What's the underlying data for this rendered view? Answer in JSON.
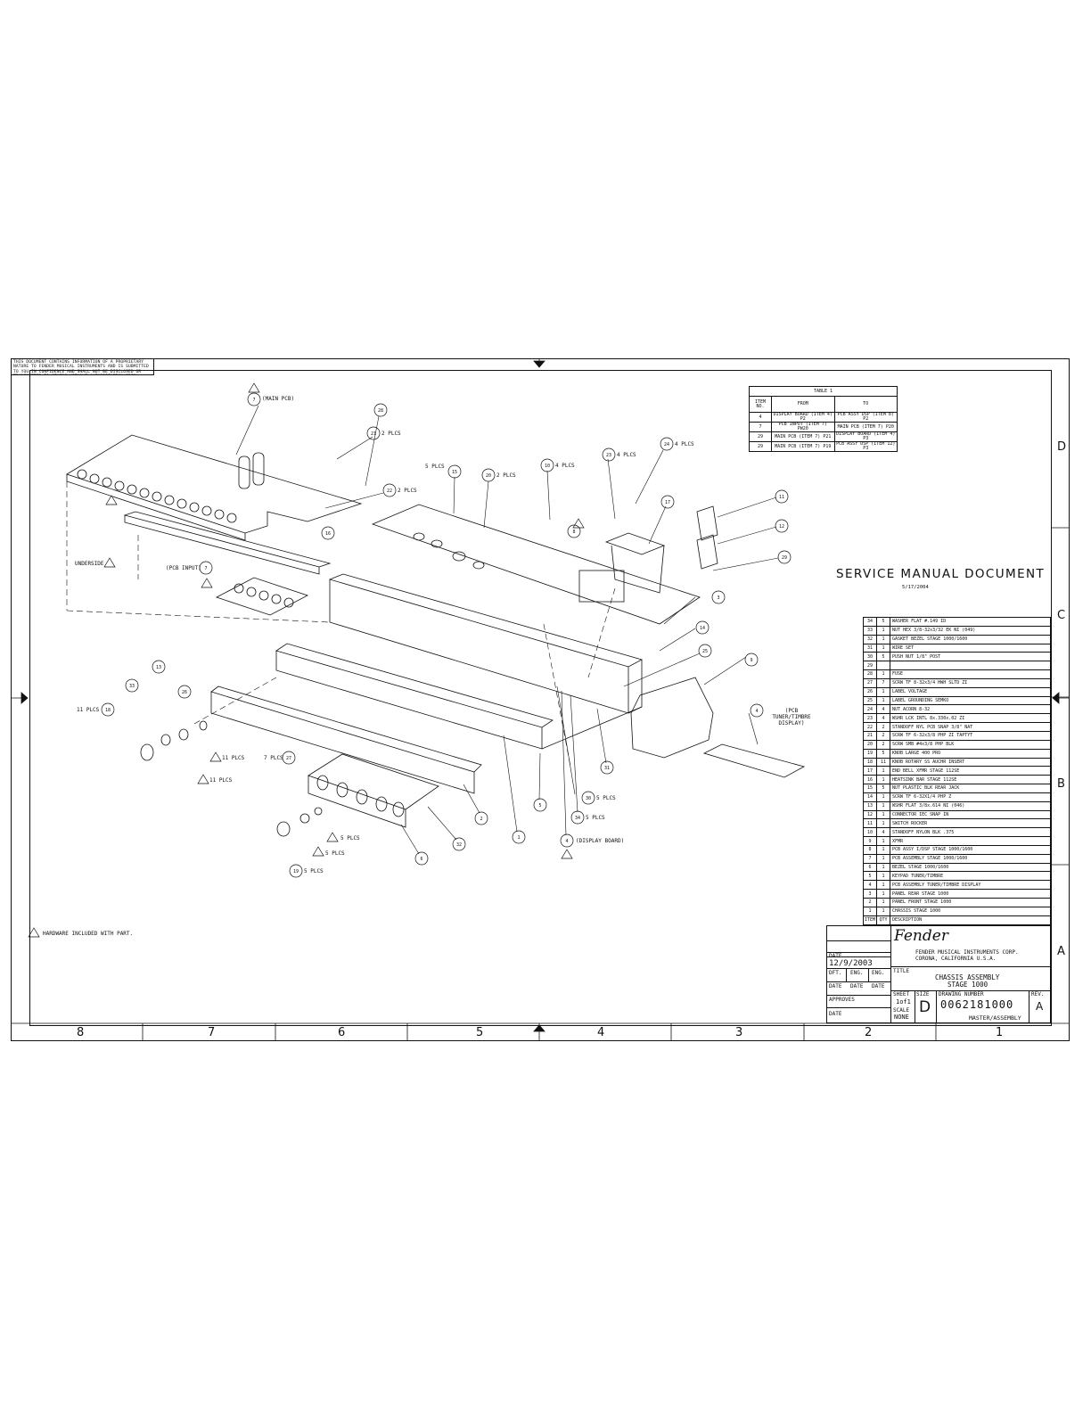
{
  "notice": "THIS DOCUMENT CONTAINS INFORMATION OF A PROPRIETARY NATURE TO FENDER MUSICAL INSTRUMENTS AND IS SUBMITTED TO YOU IN CONFIDENCE AND SHALL NOT BE DISCLOSED OR TRANSMITTED TO OTHERS WITHOUT AUTHORIZATION FROM FENDER MUSICAL INSTRUMENTS CORP.",
  "service_title": "SERVICE MANUAL DOCUMENT",
  "service_date": "5/17/2004",
  "zones_bottom": [
    "8",
    "7",
    "6",
    "5",
    "4",
    "3",
    "2",
    "1"
  ],
  "zones_side": [
    "D",
    "C",
    "B",
    "A"
  ],
  "table1": {
    "title": "TABLE 1",
    "headers": [
      "ITEM NO.",
      "FROM",
      "TO"
    ],
    "rows": [
      [
        "4",
        "DISPLAY BOARD (ITEM 4) P2",
        "PCB ASSY DSP (ITEM 8) P2"
      ],
      [
        "7",
        "PCB INPUT (ITEM 7) PW20",
        "MAIN PCB (ITEM 7) P20"
      ],
      [
        "29",
        "MAIN PCB (ITEM 7) P21",
        "DISPLAY BOARD (ITEM 4) P3"
      ],
      [
        "29",
        "MAIN PCB (ITEM 7) P19",
        "PCB ASSY DSP (ITEM 12) P3"
      ]
    ]
  },
  "bom": [
    [
      "34",
      "5",
      "WASHER FLAT #.149 ID"
    ],
    [
      "33",
      "1",
      "NUT HEX 3/8-32x3/32 EK NI (049)"
    ],
    [
      "32",
      "1",
      "GASKET BEZEL STAGE 1000/1600"
    ],
    [
      "31",
      "1",
      "WIRE SET"
    ],
    [
      "30",
      "5",
      "PUSH NUT 1/8\" POST"
    ],
    [
      "29",
      "",
      ""
    ],
    [
      "28",
      "1",
      "FUSE"
    ],
    [
      "27",
      "7",
      "SCRW TF 8-32x3/4 HWH SLTD ZI"
    ],
    [
      "26",
      "1",
      "LABEL VOLTAGE"
    ],
    [
      "25",
      "1",
      "LABEL GROUNDING SEMKO"
    ],
    [
      "24",
      "4",
      "NUT ACORN 8-32"
    ],
    [
      "23",
      "4",
      "WSHR LCK INTL 8x.330x.02 ZI"
    ],
    [
      "22",
      "2",
      "STANDOFF NYL PCB SNAP 3/8\" NAT"
    ],
    [
      "21",
      "2",
      "SCRW TF 6-32x3/8 PHP ZI TAPTYT"
    ],
    [
      "20",
      "2",
      "SCRW SMB #4x3/8 PHP BLK"
    ],
    [
      "19",
      "5",
      "KNOB LARGE 400 PRO"
    ],
    [
      "18",
      "11",
      "KNOB ROTARY SS AUCHR INSERT"
    ],
    [
      "17",
      "1",
      "END BELL XFMR STAGE 112SE"
    ],
    [
      "16",
      "1",
      "HEATSINK BAR STAGE 112SE"
    ],
    [
      "15",
      "5",
      "NUT PLASTIC BLK REAR JACK"
    ],
    [
      "14",
      "1",
      "SCRW TF 6-32X1/4 PHP Z"
    ],
    [
      "13",
      "1",
      "WSHR FLAT 3/8x.614 NI (046)"
    ],
    [
      "12",
      "1",
      "CONNECTOR IEC SNAP IN"
    ],
    [
      "11",
      "1",
      "SWITCH ROCKER"
    ],
    [
      "10",
      "4",
      "STANDOFF NYLON BLK .375"
    ],
    [
      "9",
      "1",
      "XFMR"
    ],
    [
      "8",
      "1",
      "PCB ASSY I/DSP STAGE 1000/1600"
    ],
    [
      "7",
      "1",
      "PCB ASSEMBLY STAGE 1000/1600"
    ],
    [
      "6",
      "1",
      "BEZEL STAGE 1000/1600"
    ],
    [
      "5",
      "1",
      "KEYPAD TUNER/TIMBRE"
    ],
    [
      "4",
      "1",
      "PCB ASSEMBLY TUNER/TIMBRE DISPLAY"
    ],
    [
      "3",
      "1",
      "PANEL REAR STAGE 1000"
    ],
    [
      "2",
      "1",
      "PANEL FRONT STAGE 1000"
    ],
    [
      "1",
      "1",
      "CHASSIS STAGE 1000"
    ],
    [
      "ITEM",
      "QTY",
      "DESCRIPTION"
    ]
  ],
  "title_block": {
    "logo": "Fender",
    "company": "FENDER MUSICAL INSTRUMENTS CORP.",
    "address": "CORONA, CALIFORNIA  U.S.A.",
    "date_label": "DATE",
    "date_value": "12/9/2003",
    "dft": "DFT.",
    "eng1": "ENG.",
    "eng2": "ENG.",
    "date_row": [
      "DATE",
      "DATE",
      "DATE"
    ],
    "approves": "APPROVES",
    "date_bottom": "DATE",
    "title_label": "TITLE",
    "title_line1": "CHASSIS ASSEMBLY",
    "title_line2": "STAGE 1000",
    "sheet_label": "SHEET",
    "sheet_value": "1of1",
    "size_label": "SIZE",
    "size_value": "D",
    "scale_label": "SCALE",
    "scale_value": "NONE",
    "drawing_number_label": "DRAWING NUMBER",
    "drawing_number": "0062181000",
    "drawing_sub": "MASTER/ASSEMBLY",
    "rev_label": "REV.",
    "rev_value": "A"
  },
  "callouts": {
    "main_pcb": "(MAIN PCB)",
    "pcb_input": "(PCB INPUT)",
    "underside": "UNDERSIDE",
    "pcb_tuner": "(PCB TUNER/TIMBRE DISPLAY)",
    "display_board": "(DISPLAY BOARD)",
    "q21": "2 PLCS",
    "q22": "2 PLCS",
    "q15": "5 PLCS",
    "q20": "2 PLCS",
    "q10": "4 PLCS",
    "q23": "4 PLCS",
    "q24": "4 PLCS",
    "q18": "11 PLCS",
    "q13a": "11 PLCS",
    "q13b": "11 PLCS",
    "q27": "7 PLCS",
    "q30": "5 PLCS",
    "q34": "5 PLCS",
    "q19": "5 PLCS",
    "q6a": "5 PLCS",
    "q6b": "5 PLCS",
    "note": "HARDWARE INCLUDED WITH PART."
  }
}
